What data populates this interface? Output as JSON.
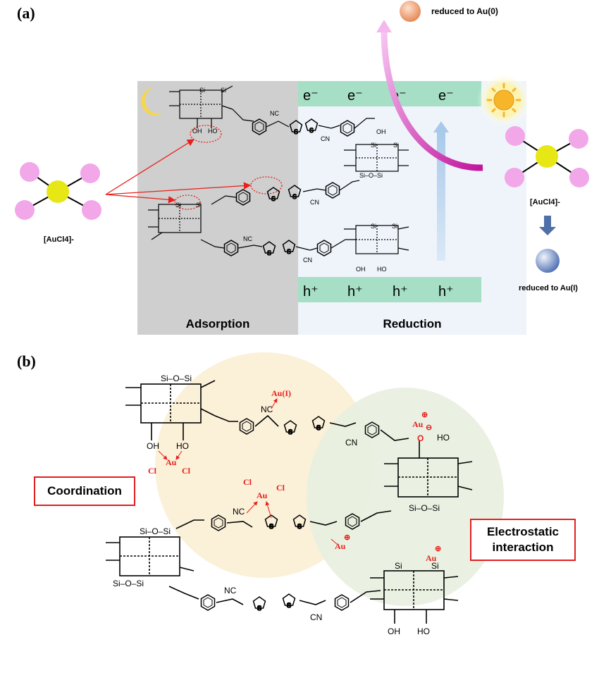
{
  "panel_a": {
    "label": "(a)",
    "electrons": [
      "e⁻",
      "e⁻",
      "e⁻",
      "e⁻"
    ],
    "holes": [
      "h⁺",
      "h⁺",
      "h⁺",
      "h⁺"
    ],
    "adsorption_label": "Adsorption",
    "reduction_label": "Reduction",
    "complex_left_label": "[AuCl4]-",
    "complex_right_label": "[AuCl4]-",
    "reduced_au0_label": "reduced to Au(0)",
    "reduced_au1_label": "reduced to Au(I)"
  },
  "panel_b": {
    "label": "(b)",
    "coordination_label": "Coordination",
    "electrostatic_label_line1": "Electrostatic",
    "electrostatic_label_line2": "interaction",
    "au1_label": "Au(I)",
    "au_label": "Au",
    "cl_label": "Cl",
    "plus": "⊕",
    "minus": "⊖"
  },
  "colors": {
    "adsorption_bg": "#cfcfcf",
    "reduction_bg": "#eef4fa",
    "band": "#a6dfc6",
    "arrow_red": "#e8201c",
    "cl_pink": "#f2a7e8",
    "au_yellow": "#e7e716",
    "coordination_bg": "#fbf0d8",
    "electrostatic_bg": "#e8f0e0",
    "label_red": "#e8201c"
  }
}
